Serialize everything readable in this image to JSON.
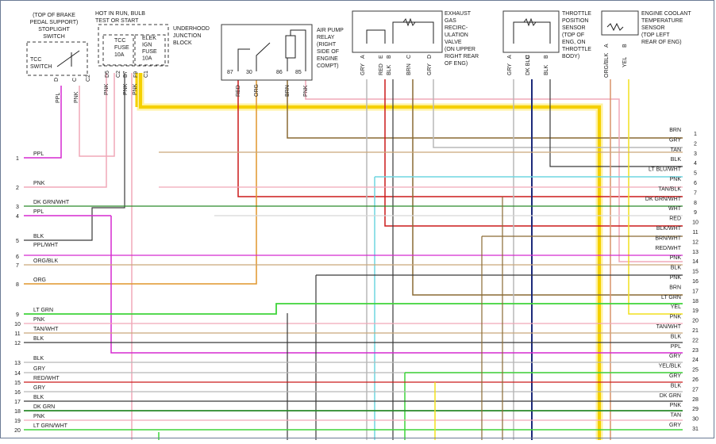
{
  "components": {
    "tcc_switch": {
      "caption": [
        "(TOP OF BRAKE",
        "PEDAL SUPPORT)",
        "STOPLIGHT",
        "SWITCH"
      ],
      "label": [
        "TCC",
        "SWITCH"
      ],
      "pins": [
        "D",
        "C",
        "C2"
      ],
      "wires": [
        "PPL",
        "PNK"
      ]
    },
    "junction_block": {
      "header": [
        "HOT IN RUN, BULB",
        "TEST OR START"
      ],
      "title": [
        "UNDERHOOD",
        "JUNCTION",
        "BLOCK"
      ],
      "fuse1": [
        "TCC",
        "FUSE",
        "10A"
      ],
      "fuse2": [
        "ELEK",
        "IGN",
        "FUSE",
        "10A"
      ],
      "pins": [
        "D5",
        "C2",
        "B7",
        "F9",
        "C1"
      ],
      "wires": [
        "PNK",
        "PNK",
        "PNK"
      ]
    },
    "air_pump_relay": {
      "title": [
        "AIR PUMP",
        "RELAY",
        "(RIGHT",
        "SIDE OF",
        "ENGINE",
        "COMPT)"
      ],
      "pins": [
        "87",
        "30",
        "86",
        "85"
      ],
      "wires": [
        "RED",
        "ORG",
        "BRN",
        "PNK"
      ]
    },
    "egr_valve": {
      "title": [
        "EXHAUST",
        "GAS",
        "RECIRC-",
        "ULATION",
        "VALVE",
        "(ON UPPER",
        "RIGHT REAR",
        "OF ENG)"
      ],
      "pins": [
        "A",
        "E",
        "B",
        "C",
        "D"
      ],
      "wires": [
        "GRY",
        "RED",
        "BLK",
        "BRN",
        "GRY"
      ]
    },
    "tps": {
      "title": [
        "THROTTLE",
        "POSITION",
        "SENSOR",
        "(TOP OF",
        "ENG, ON",
        "THROTTLE",
        "BODY)"
      ],
      "pins": [
        "A",
        "C",
        "B"
      ],
      "wires": [
        "GRY",
        "DK BLU",
        "BLK"
      ]
    },
    "ect": {
      "title": [
        "ENGINE COOLANT",
        "TEMPERATURE",
        "SENSOR",
        "(TOP LEFT",
        "REAR OF ENG)"
      ],
      "pins": [
        "A",
        "B"
      ],
      "wires": [
        "ORG/BLK",
        "YEL"
      ]
    }
  },
  "left_connector": [
    {
      "pin": "1",
      "wire": "PPL"
    },
    {
      "pin": "2",
      "wire": "PNK"
    },
    {
      "pin": "3",
      "wire": "DK GRN/WHT"
    },
    {
      "pin": "4",
      "wire": "PPL"
    },
    {
      "pin": "5",
      "wire": "BLK"
    },
    {
      "pin": "",
      "wire": "PPL/WHT"
    },
    {
      "pin": "6",
      "wire": ""
    },
    {
      "pin": "7",
      "wire": "ORG/BLK"
    },
    {
      "pin": "8",
      "wire": "ORG"
    },
    {
      "pin": "9",
      "wire": "LT GRN"
    },
    {
      "pin": "10",
      "wire": "PNK"
    },
    {
      "pin": "11",
      "wire": "TAN/WHT"
    },
    {
      "pin": "12",
      "wire": "BLK"
    },
    {
      "pin": "13",
      "wire": "BLK"
    },
    {
      "pin": "14",
      "wire": "GRY"
    },
    {
      "pin": "15",
      "wire": "RED/WHT"
    },
    {
      "pin": "16",
      "wire": "GRY"
    },
    {
      "pin": "17",
      "wire": "BLK"
    },
    {
      "pin": "18",
      "wire": "DK GRN"
    },
    {
      "pin": "19",
      "wire": "PNK"
    },
    {
      "pin": "20",
      "wire": "LT GRN/WHT"
    }
  ],
  "right_connector": [
    {
      "pin": "1",
      "wire": "BRN"
    },
    {
      "pin": "2",
      "wire": "GRY"
    },
    {
      "pin": "3",
      "wire": "TAN"
    },
    {
      "pin": "4",
      "wire": "BLK"
    },
    {
      "pin": "5",
      "wire": "LT BLU/WHT"
    },
    {
      "pin": "6",
      "wire": "PNK"
    },
    {
      "pin": "7",
      "wire": "TAN/BLK"
    },
    {
      "pin": "8",
      "wire": "DK GRN/WHT"
    },
    {
      "pin": "9",
      "wire": "WHT"
    },
    {
      "pin": "10",
      "wire": "RED"
    },
    {
      "pin": "11",
      "wire": "BLK/WHT"
    },
    {
      "pin": "12",
      "wire": "BRN/WHT"
    },
    {
      "pin": "13",
      "wire": "RED/WHT"
    },
    {
      "pin": "14",
      "wire": "PNK"
    },
    {
      "pin": "15",
      "wire": "BLK"
    },
    {
      "pin": "16",
      "wire": "PNK"
    },
    {
      "pin": "17",
      "wire": "BRN"
    },
    {
      "pin": "18",
      "wire": "LT GRN"
    },
    {
      "pin": "19",
      "wire": "YEL"
    },
    {
      "pin": "20",
      "wire": "PNK"
    },
    {
      "pin": "21",
      "wire": "TAN/WHT"
    },
    {
      "pin": "22",
      "wire": "BLK"
    },
    {
      "pin": "23",
      "wire": "PPL"
    },
    {
      "pin": "24",
      "wire": "GRY"
    },
    {
      "pin": "25",
      "wire": "YEL/BLK"
    },
    {
      "pin": "26",
      "wire": "GRY"
    },
    {
      "pin": "27",
      "wire": "BLK"
    },
    {
      "pin": "28",
      "wire": "DK GRN"
    },
    {
      "pin": "29",
      "wire": "PNK"
    },
    {
      "pin": "30",
      "wire": "TAN"
    },
    {
      "pin": "31",
      "wire": "GRY"
    }
  ],
  "wire_colors": {
    "PPL": "#d52ad0",
    "PNK": "#f0a8b8",
    "RED": "#cc1a1a",
    "ORG": "#e0962c",
    "BRN": "#8a6a34",
    "GRY": "#b8b8b8",
    "BLK": "#3a3a3a",
    "DK BLU": "#1c2a7a",
    "YEL": "#f2e11e",
    "ORG/BLK": "#d8936a",
    "LT GRN": "#3ed43a",
    "DK GRN": "#2a8a2a",
    "LT BLU": "#6fd6e0",
    "TAN": "#c9a77a",
    "WHT": "#d8d8d8",
    "highlight": "#f5d000"
  }
}
